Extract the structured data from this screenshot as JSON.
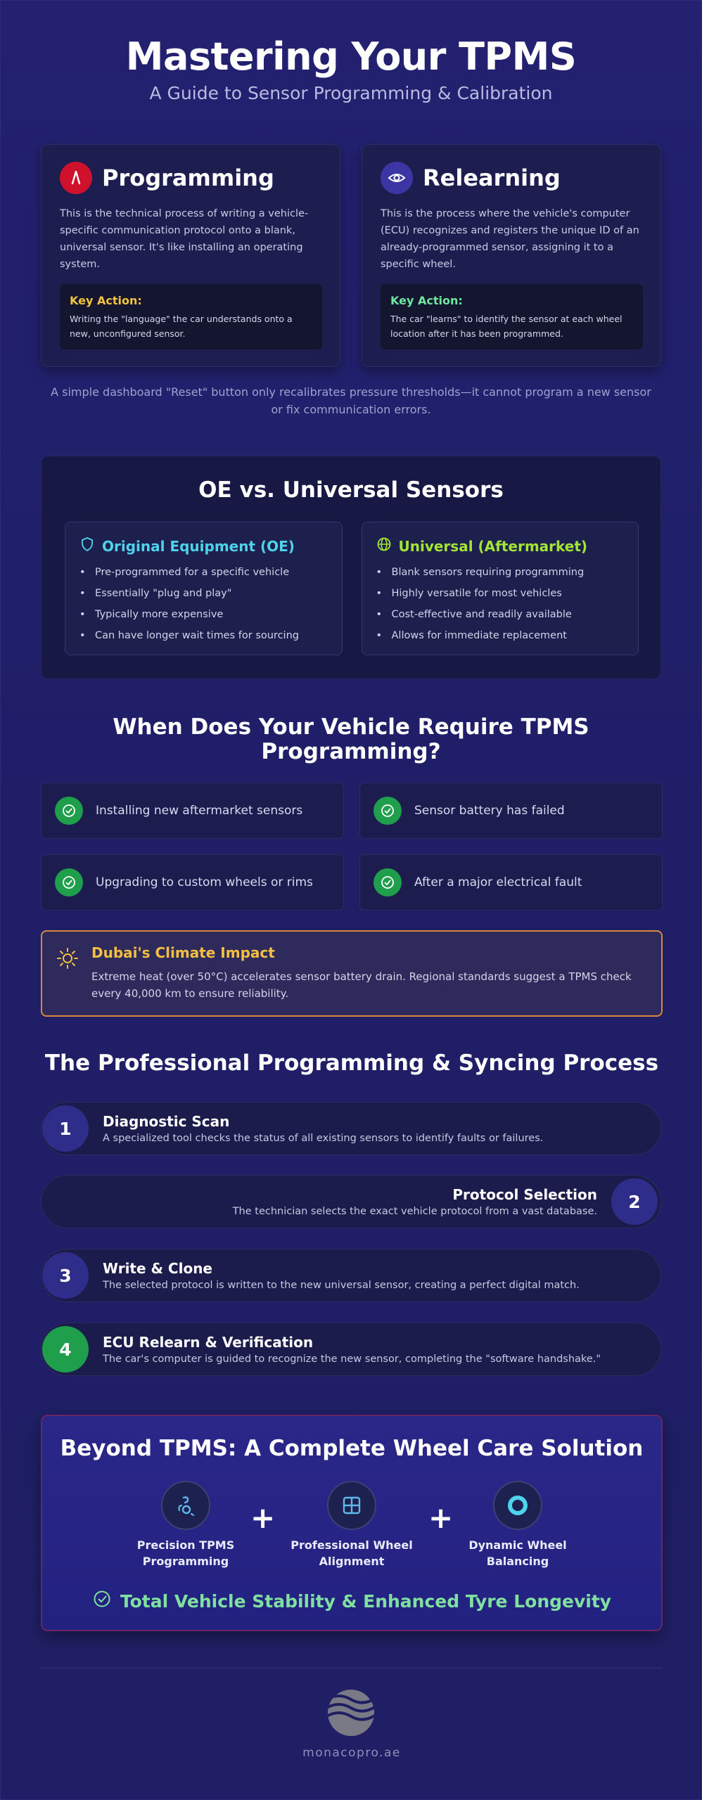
{
  "header": {
    "title": "Mastering Your TPMS",
    "subtitle": "A Guide to Sensor Programming & Calibration"
  },
  "programming": {
    "title": "Programming",
    "icon": "tire-pressure-icon",
    "accent": "#d0112b",
    "text": "This is the technical process of writing a vehicle-specific communication protocol onto a blank, universal sensor. It's like installing an operating system.",
    "key_title": "Key Action:",
    "key_title_color": "#f2c33d",
    "key_text": "Writing the \"language\" the car understands onto a new, unconfigured sensor."
  },
  "relearning": {
    "title": "Relearning",
    "icon": "eye-icon",
    "accent": "#3b36a3",
    "text": "This is the process where the vehicle's computer (ECU) recognizes and registers the unique ID of an already-programmed sensor, assigning it to a specific wheel.",
    "key_title": "Key Action:",
    "key_title_color": "#6ee7a0",
    "key_text": "The car \"learns\" to identify the sensor at each wheel location after it has been programmed."
  },
  "note": "A simple dashboard \"Reset\" button only recalibrates pressure thresholds—it cannot program a new sensor or fix communication errors.",
  "sensors": {
    "title": "OE vs. Universal Sensors",
    "oe": {
      "title": "Original Equipment (OE)",
      "icon": "shield-icon",
      "color": "#4fd3ec",
      "items": [
        "Pre-programmed for a specific vehicle",
        "Essentially \"plug and play\"",
        "Typically more expensive",
        "Can have longer wait times for sourcing"
      ]
    },
    "universal": {
      "title": "Universal (Aftermarket)",
      "icon": "globe-icon",
      "color": "#a3e635",
      "items": [
        "Blank sensors requiring programming",
        "Highly versatile for most vehicles",
        "Cost-effective and readily available",
        "Allows for immediate replacement"
      ]
    }
  },
  "when": {
    "title": "When Does Your Vehicle Require TPMS Programming?",
    "items": [
      "Installing new aftermarket sensors",
      "Sensor battery has failed",
      "Upgrading to custom wheels or rims",
      "After a major electrical fault"
    ]
  },
  "climate": {
    "title": "Dubai's Climate Impact",
    "icon": "sun-icon",
    "text": "Extreme heat (over 50°C) accelerates sensor battery drain. Regional standards suggest a TPMS check every 40,000 km to ensure reliability."
  },
  "process": {
    "title": "The Professional Programming & Syncing Process",
    "steps": [
      {
        "num": "1",
        "title": "Diagnostic Scan",
        "text": "A specialized tool checks the status of all existing sensors to identify faults or failures."
      },
      {
        "num": "2",
        "title": "Protocol Selection",
        "text": "The technician selects the exact vehicle protocol from a vast database."
      },
      {
        "num": "3",
        "title": "Write & Clone",
        "text": "The selected protocol is written to the new universal sensor, creating a perfect digital match."
      },
      {
        "num": "4",
        "title": "ECU Relearn & Verification",
        "text": "The car's computer is guided to recognize the new sensor, completing the \"software handshake.\""
      }
    ]
  },
  "beyond": {
    "title": "Beyond TPMS: A Complete Wheel Care Solution",
    "services": [
      {
        "label": "Precision TPMS Programming",
        "icon": "tpms-sensor-icon"
      },
      {
        "label": "Professional Wheel Alignment",
        "icon": "alignment-grid-icon"
      },
      {
        "label": "Dynamic Wheel Balancing",
        "icon": "tire-ring-icon"
      }
    ],
    "plus": "+",
    "result": "Total Vehicle Stability & Enhanced Tyre Longevity"
  },
  "footer": {
    "site": "monacopro.ae",
    "logo": "wave-logo-icon"
  }
}
